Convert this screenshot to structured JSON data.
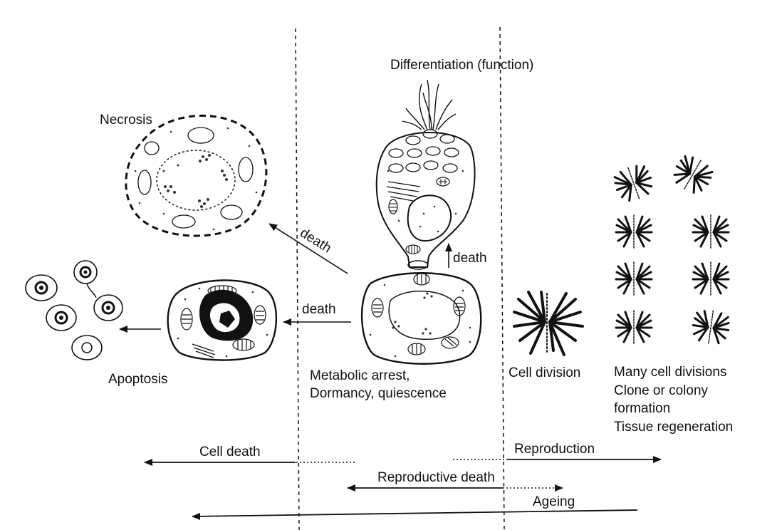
{
  "labels": {
    "differentiation": "Differentiation (function)",
    "necrosis": "Necrosis",
    "apoptosis": "Apoptosis",
    "death_necrosis": "death",
    "death_apoptosis": "death",
    "death_differentiation": "death",
    "metabolic_arrest_line1": "Metabolic arrest,",
    "metabolic_arrest_line2": "Dormancy, quiescence",
    "cell_division": "Cell division",
    "many_divisions_line1": "Many cell divisions",
    "many_divisions_line2": "Clone or colony",
    "many_divisions_line3": "formation",
    "many_divisions_line4": "Tissue regeneration",
    "cell_death": "Cell death",
    "reproduction": "Reproduction",
    "reproductive_death": "Reproductive death",
    "ageing": "Ageing"
  }
}
